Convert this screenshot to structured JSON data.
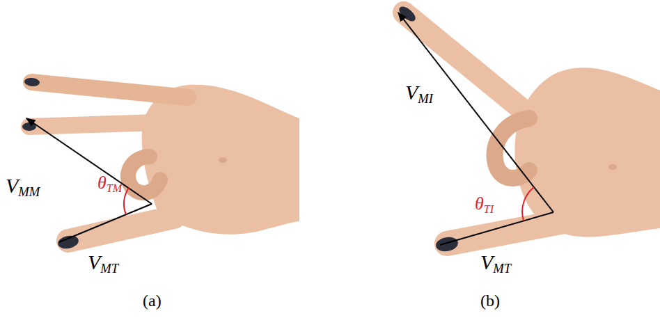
{
  "diagram": {
    "labels": [
      "VMM",
      "θTM",
      "VMT",
      "(a)",
      "VMI",
      "θTI",
      "VMT",
      "(b)"
    ]
  }
}
